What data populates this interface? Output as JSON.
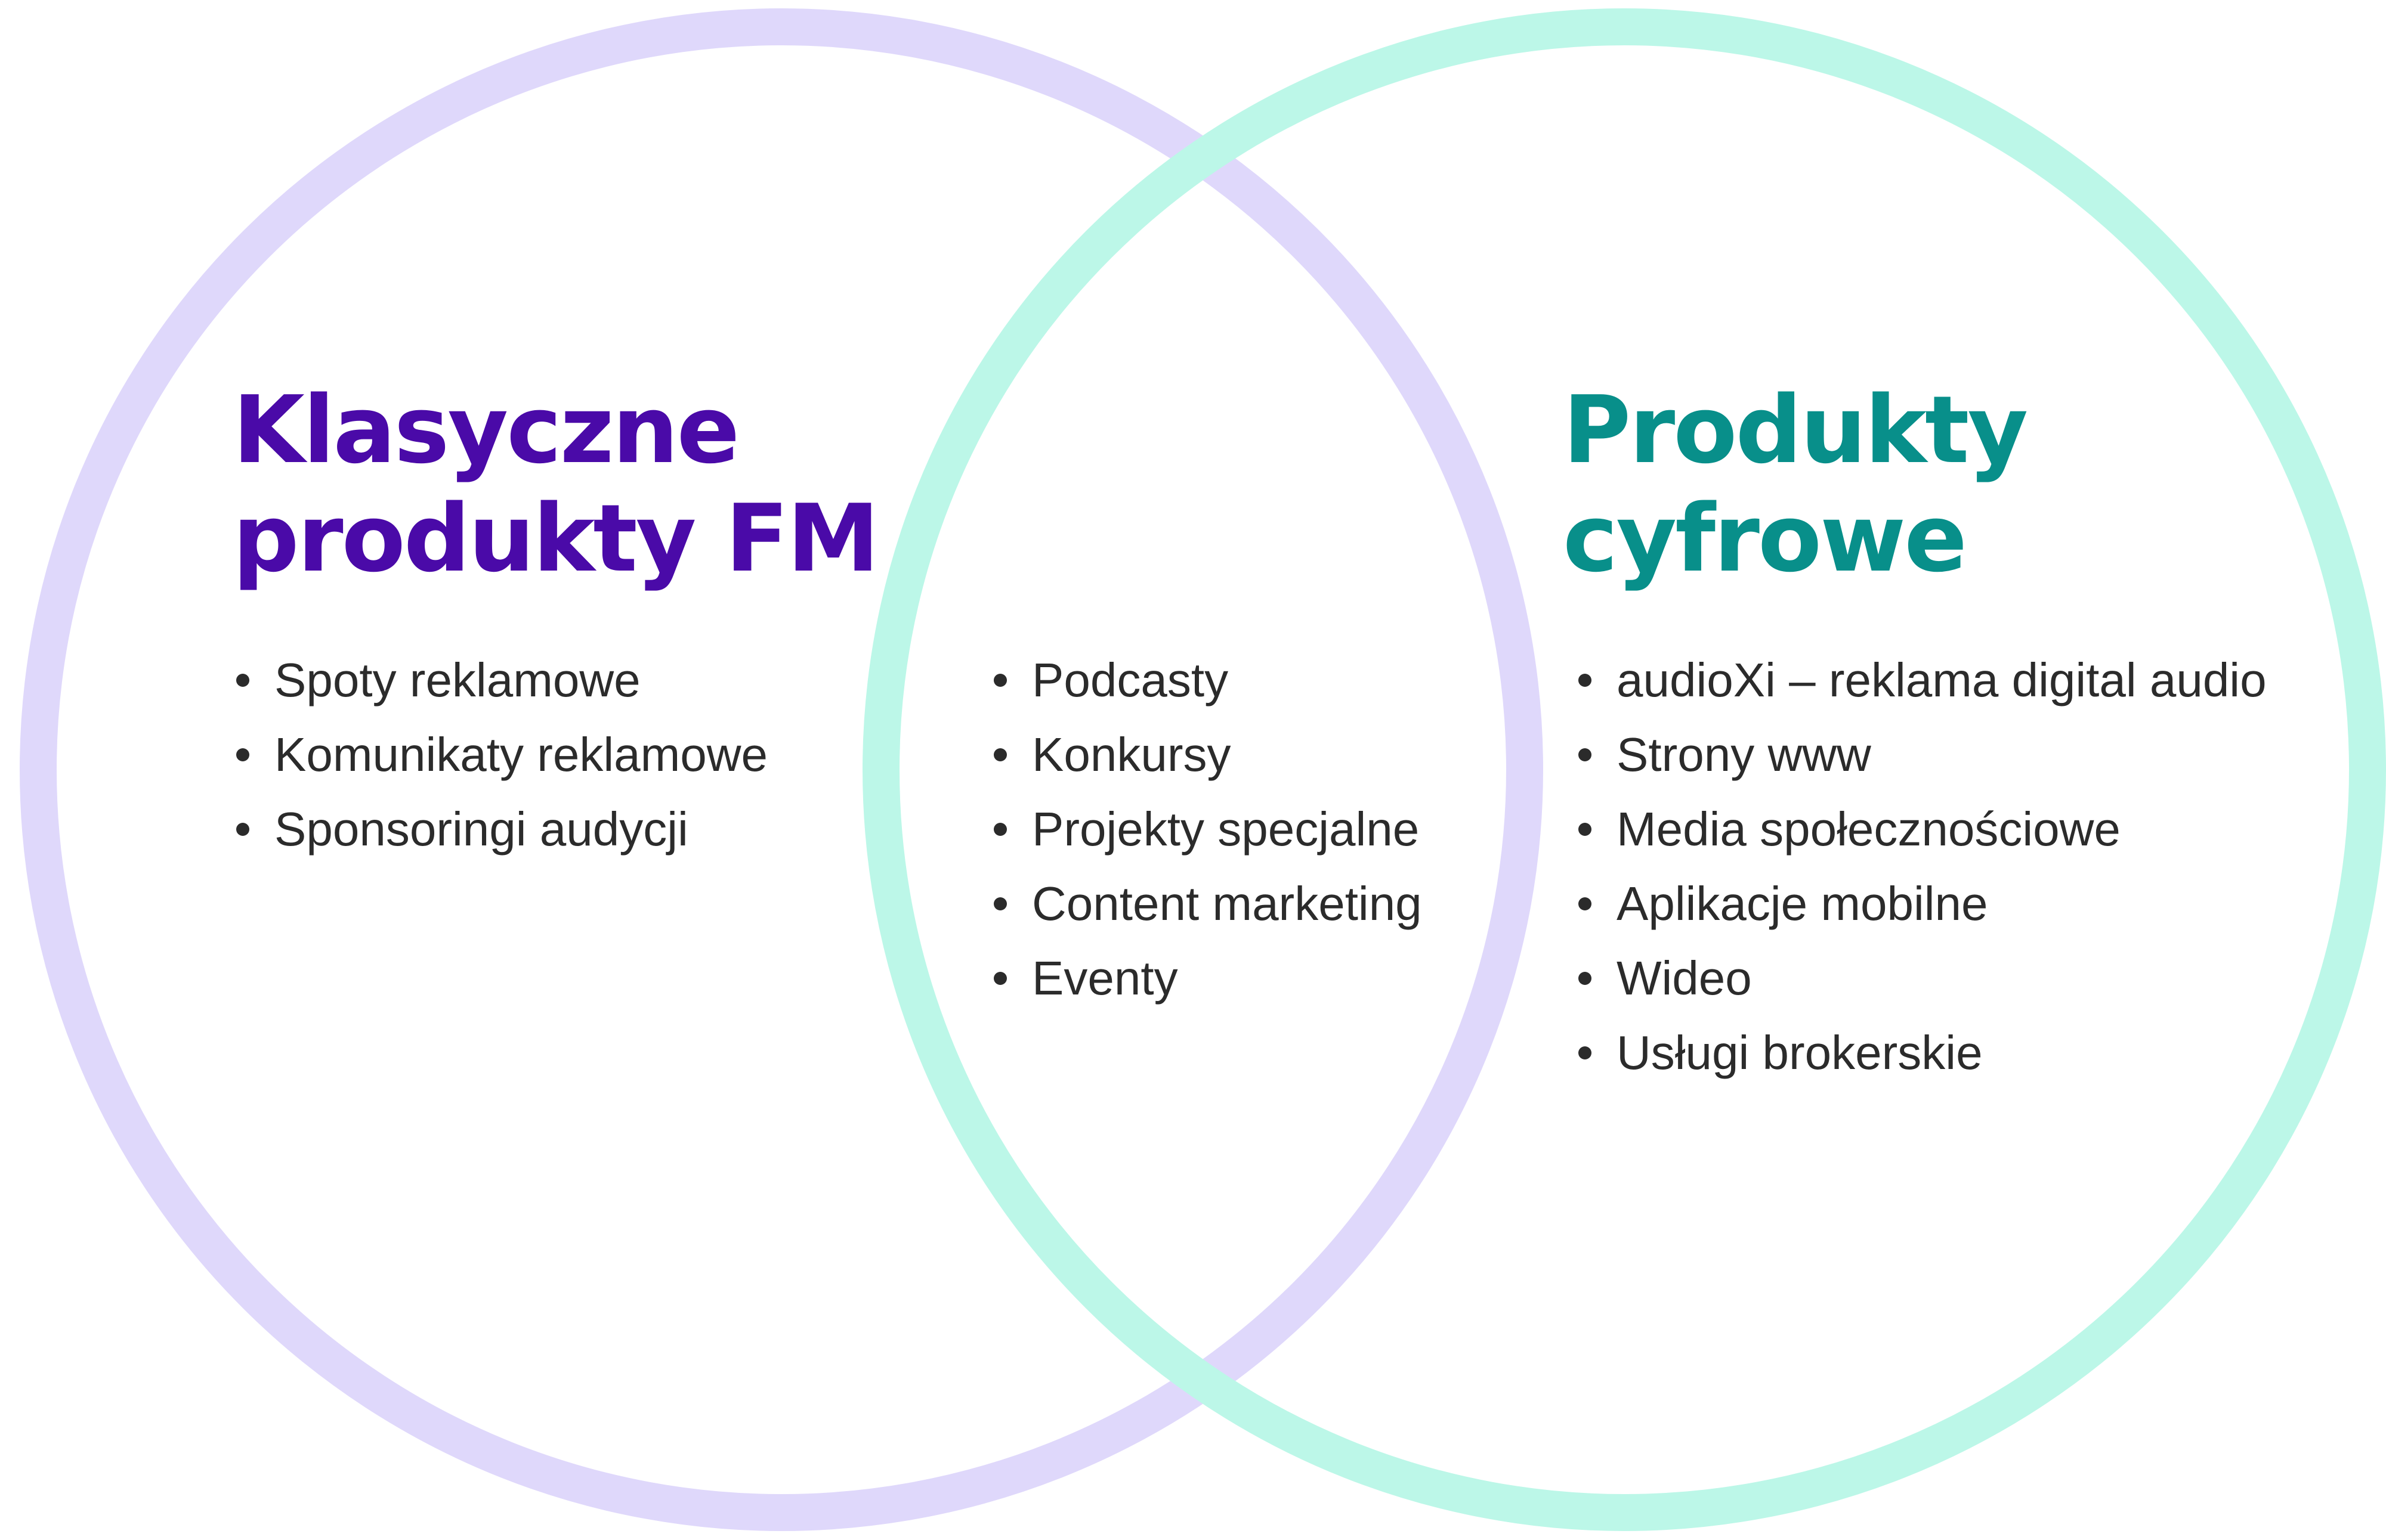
{
  "colors": {
    "left_circle": "#dfd8fb",
    "right_circle": "#bcf7e8",
    "left_heading": "#4a0aa8",
    "right_heading": "#088f8a",
    "text": "#2b2b2b"
  },
  "left": {
    "heading_line1": "Klasyczne",
    "heading_line2": "produkty FM",
    "items": [
      "Spoty reklamowe",
      "Komunikaty reklamowe",
      "Sponsoringi audycji"
    ]
  },
  "overlap": {
    "items": [
      "Podcasty",
      "Konkursy",
      "Projekty specjalne",
      "Content marketing",
      "Eventy"
    ]
  },
  "right": {
    "heading_line1": "Produkty",
    "heading_line2": "cyfrowe",
    "items": [
      "audioXi – reklama digital audio",
      "Strony www",
      "Media społecznościowe",
      "Aplikacje mobilne",
      "Wideo",
      "Usługi brokerskie"
    ]
  }
}
